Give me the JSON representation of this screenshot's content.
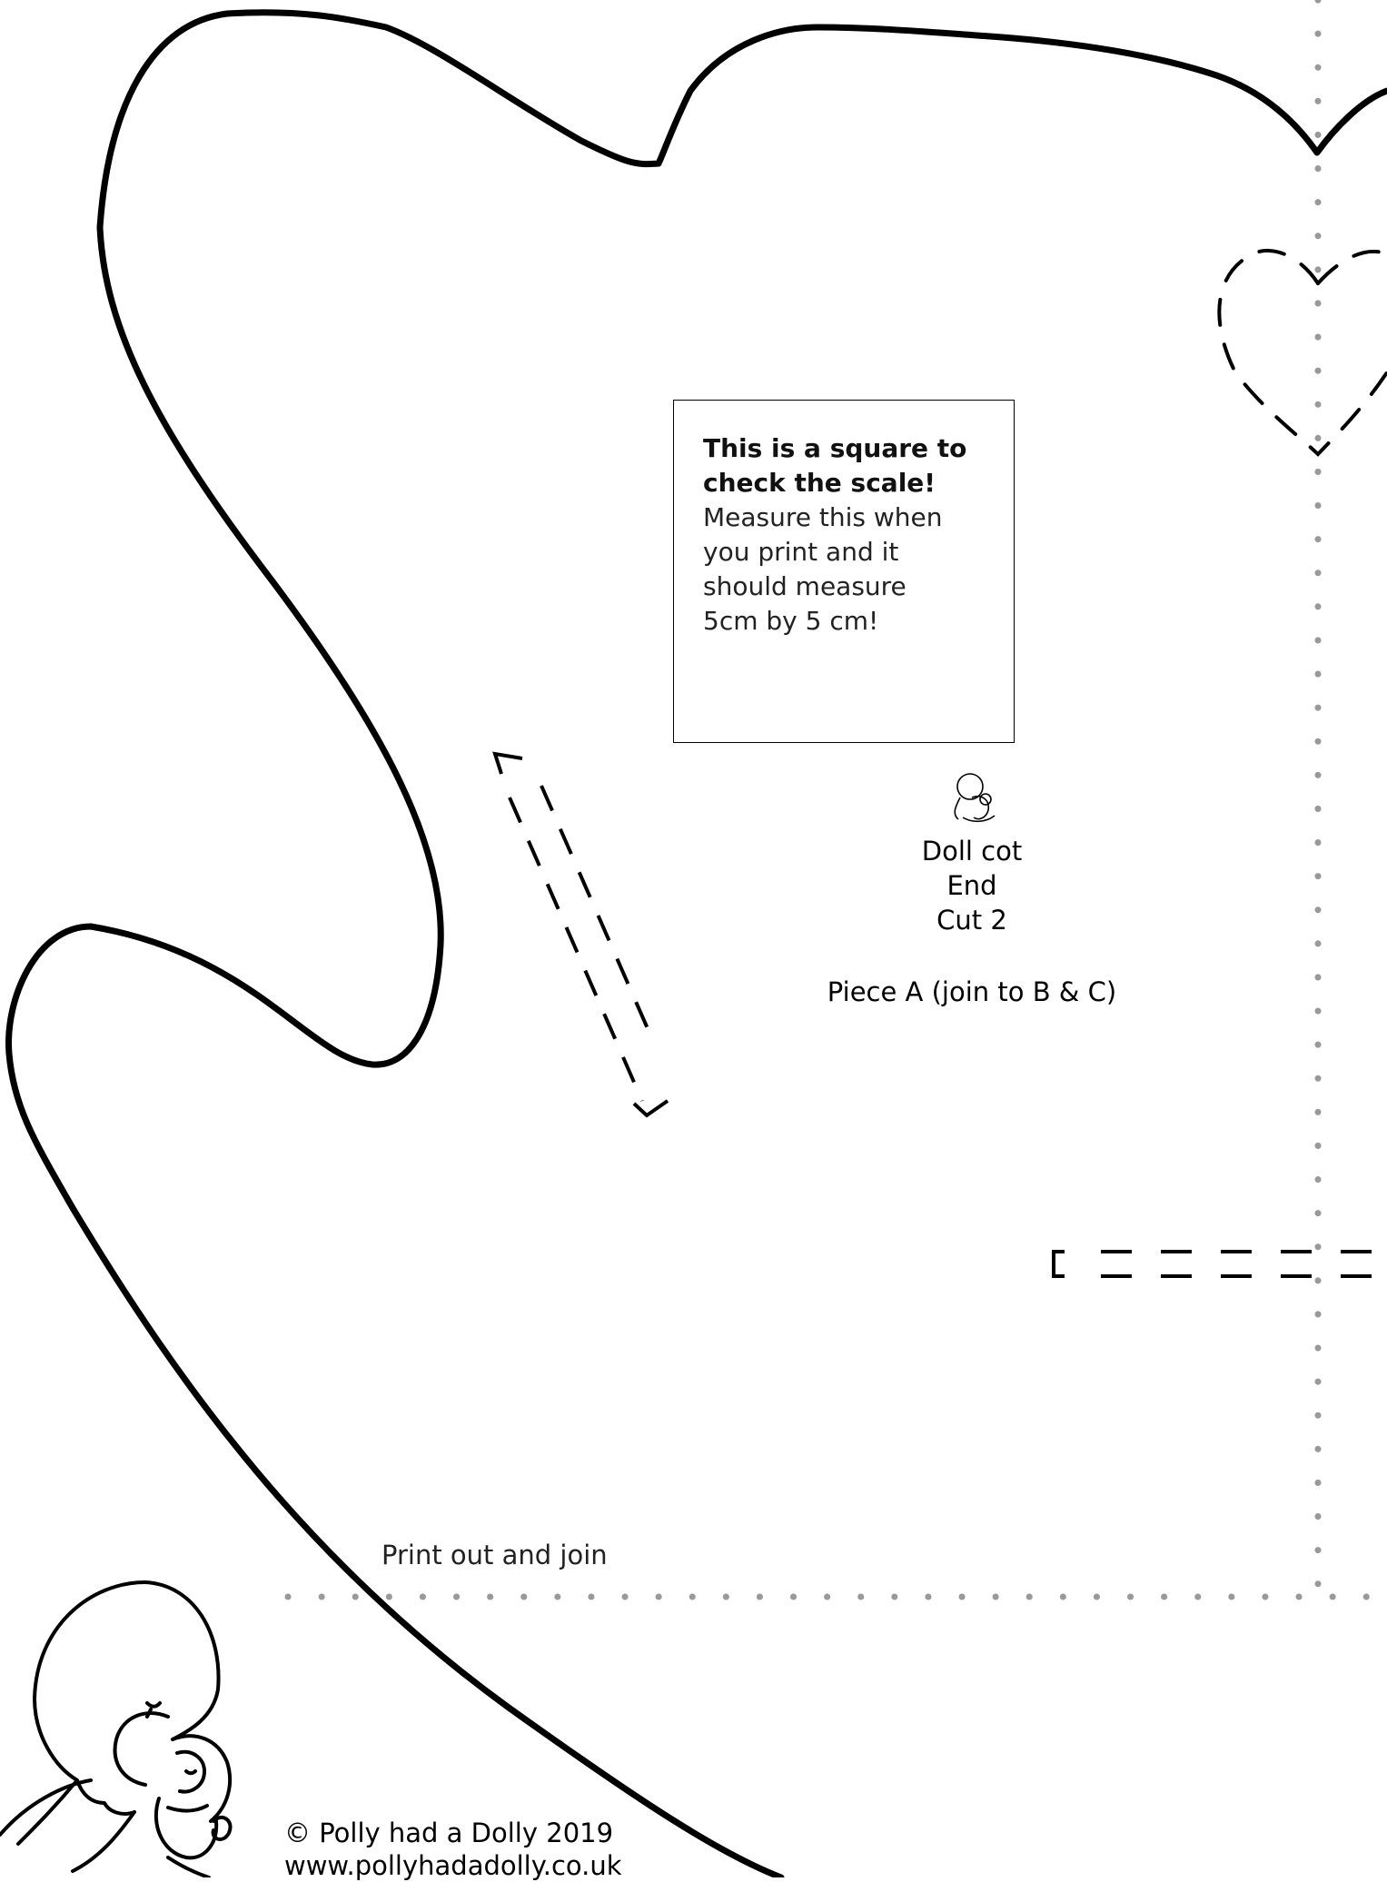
{
  "scale_box": {
    "heading": "This is a square to check the scale!",
    "body": [
      "Measure this when",
      "you print and it",
      "should measure",
      "5cm by 5 cm!"
    ]
  },
  "piece": {
    "name_lines": [
      "Doll cot",
      "End",
      "Cut 2"
    ],
    "join_note": "Piece A (join to B & C)"
  },
  "print_instruction": "Print out and join",
  "footer": {
    "copyright": "© Polly had a Dolly 2019",
    "website": "www.pollyhadadolly.co.uk"
  },
  "icons": {
    "mini_logo": "mother-and-baby-icon",
    "logo": "mother-and-baby-logo"
  },
  "colors": {
    "ink": "#000000",
    "fold_line": "#999999"
  }
}
